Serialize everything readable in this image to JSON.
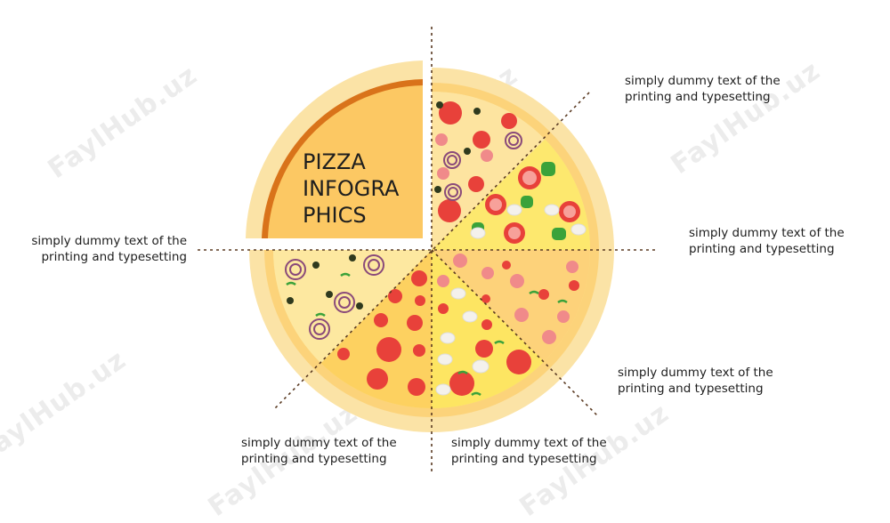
{
  "title": {
    "line1": "PIZZA",
    "line2": "INFOGRA",
    "line3": "PHICS"
  },
  "labels": {
    "top_right": {
      "line1": "simply dummy text of the",
      "line2": "printing and typesetting"
    },
    "right": {
      "line1": "simply dummy text of the",
      "line2": "printing and typesetting"
    },
    "lower_right": {
      "line1": "simply dummy text of the",
      "line2": "printing and typesetting"
    },
    "bottom_right": {
      "line1": "simply dummy text of the",
      "line2": "printing and typesetting"
    },
    "bottom_left": {
      "line1": "simply dummy text of the",
      "line2": "printing and typesetting"
    },
    "left": {
      "line1": "simply dummy text of the",
      "line2": "printing and typesetting"
    }
  },
  "watermark": "FaylHub.uz",
  "colors": {
    "rim": "#fbe3a6",
    "crust": "#fcd37a",
    "sauce": "#fde38f",
    "cheese": "#fde56a",
    "pepperoni": "#e8413a",
    "onion": "#8a4a7a",
    "olive": "#2f3a1e",
    "pepper": "#3aa23a",
    "mushroom": "#f4f1ec",
    "ham": "#f08a8a",
    "slice_edge": "#d9731a",
    "guide": "#5a3a22"
  }
}
